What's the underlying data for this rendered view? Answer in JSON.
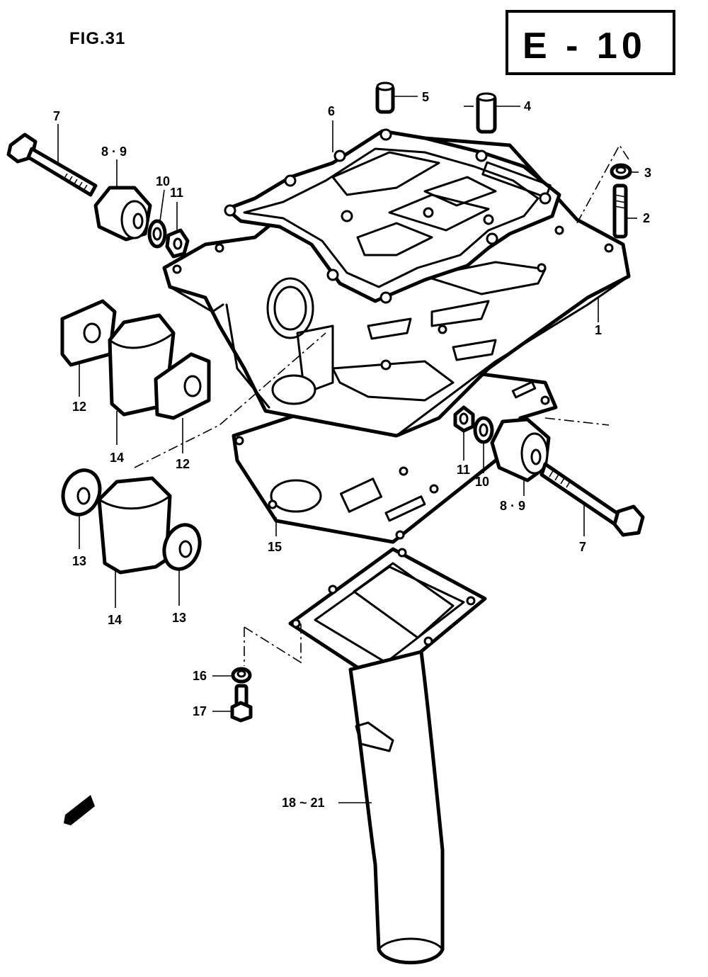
{
  "figure": {
    "title": "FIG.31",
    "section_code": "E - 10"
  },
  "callouts": {
    "c1": "1",
    "c2": "2",
    "c3": "3",
    "c4": "4",
    "c5": "5",
    "c6": "6",
    "c7_top": "7",
    "c7_bottom": "7",
    "c89_top": "8 · 9",
    "c89_bottom": "8 · 9",
    "c10_top": "10",
    "c10_bottom": "10",
    "c11_top": "11",
    "c11_bottom": "11",
    "c12_left": "12",
    "c12_right": "12",
    "c13_left": "13",
    "c13_right": "13",
    "c14_top": "14",
    "c14_bottom": "14",
    "c15": "15",
    "c16": "16",
    "c17": "17",
    "c18_21": "18 ~ 21"
  },
  "icons": {
    "front_arrow": "front-direction-arrow-icon"
  }
}
